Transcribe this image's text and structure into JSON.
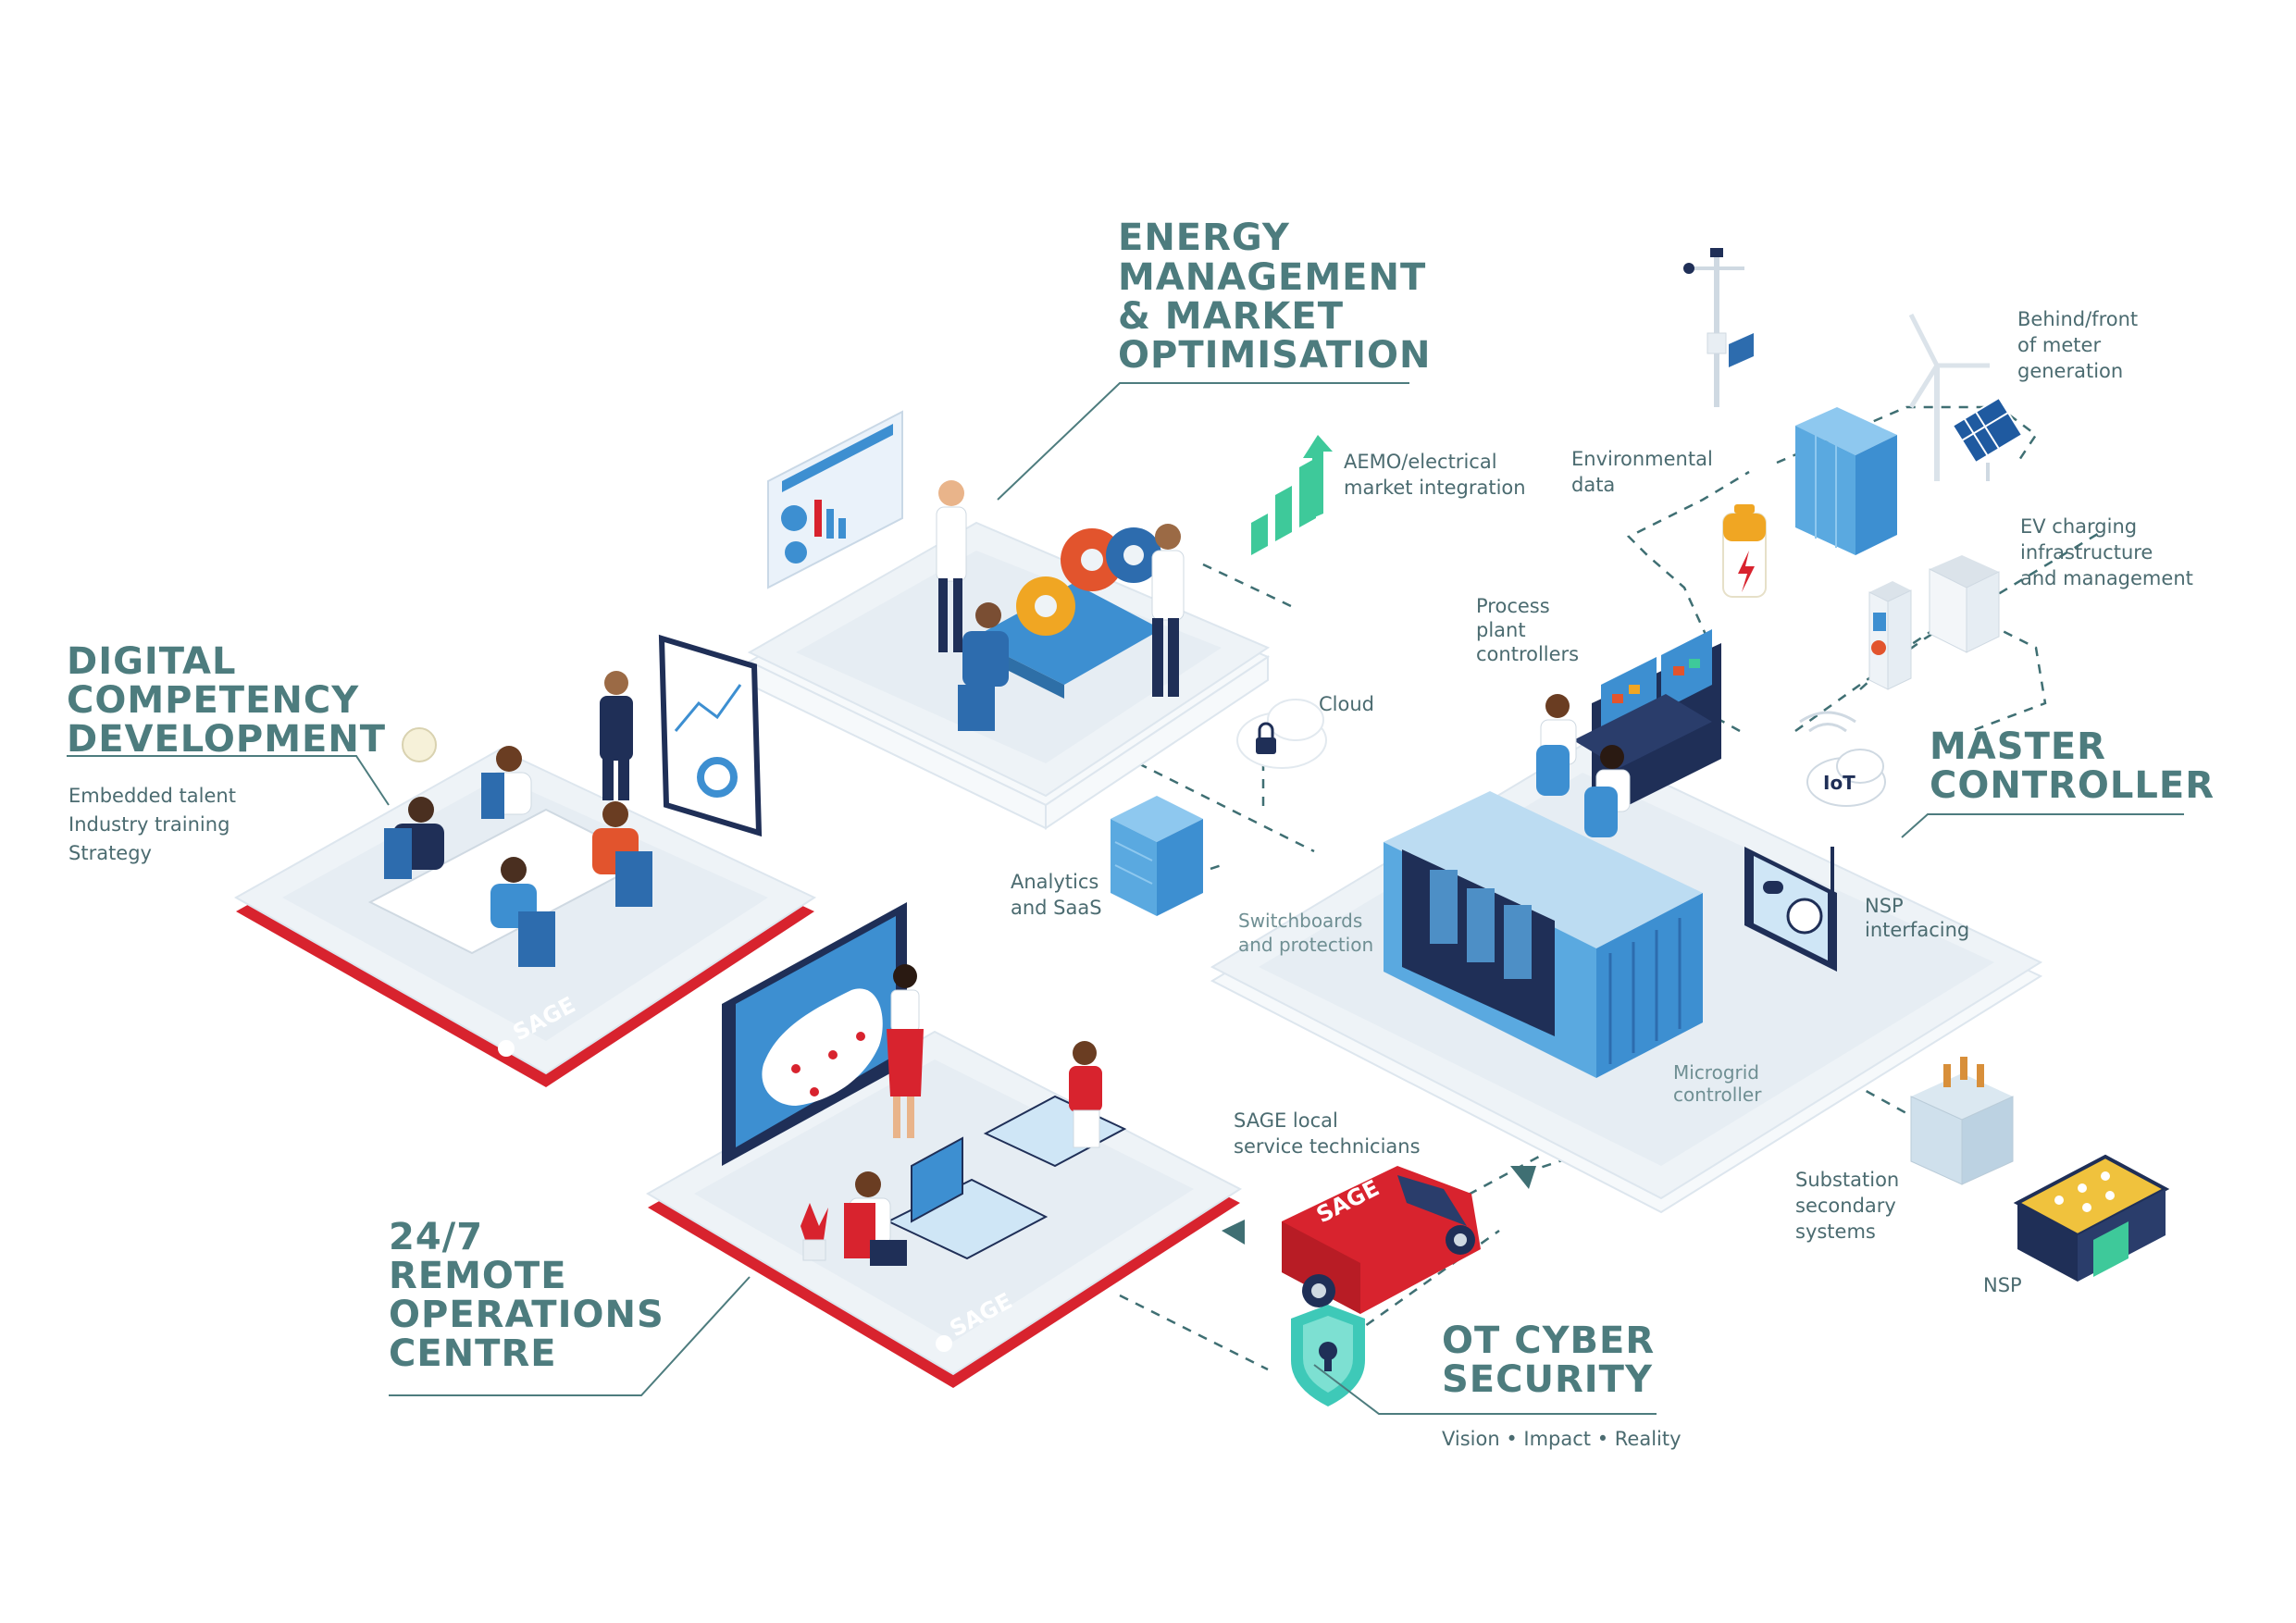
{
  "sections": {
    "digital": {
      "title_lines": [
        "DIGITAL",
        "COMPETENCY",
        "DEVELOPMENT"
      ],
      "items": [
        "Embedded talent",
        "Industry training",
        "Strategy"
      ]
    },
    "energy": {
      "title_lines": [
        "ENERGY",
        "MANAGEMENT",
        "& MARKET",
        "OPTIMISATION"
      ]
    },
    "remote": {
      "title_lines": [
        "24/7",
        "REMOTE",
        "OPERATIONS",
        "CENTRE"
      ]
    },
    "master": {
      "title_lines": [
        "MASTER",
        "CONTROLLER"
      ]
    },
    "cyber": {
      "title_lines": [
        "OT CYBER",
        "SECURITY"
      ],
      "tagline": "Vision • Impact • Reality"
    }
  },
  "labels": {
    "aemo": [
      "AEMO/electrical",
      "market integration"
    ],
    "environmental": [
      "Environmental",
      "data"
    ],
    "behind_front": [
      "Behind/front",
      "of meter",
      "generation"
    ],
    "ev": [
      "EV charging",
      "infrastructure",
      "and management"
    ],
    "process": [
      "Process",
      "plant",
      "controllers"
    ],
    "cloud": [
      "Cloud"
    ],
    "analytics": [
      "Analytics",
      "and SaaS"
    ],
    "switchboards": [
      "Switchboards",
      "and protection"
    ],
    "nsp_interfacing": [
      "NSP",
      "interfacing"
    ],
    "microgrid": [
      "Microgrid",
      "controller"
    ],
    "technicians": [
      "SAGE local",
      "service technicians"
    ],
    "substation": [
      "Substation",
      "secondary",
      "systems"
    ],
    "nsp": [
      "NSP"
    ]
  },
  "badges": {
    "brand": "SAGE",
    "iot": "IoT"
  },
  "colors": {
    "accent_teal": "#4d7c7e",
    "brand_red": "#d8232e",
    "equipment_blue": "#3d8fd1",
    "navy": "#1f2f57"
  },
  "icons": [
    "gear-icon",
    "lock-icon",
    "shield-keyhole-icon",
    "iot-cloud-icon",
    "battery-icon",
    "wind-turbine-icon",
    "solar-panel-icon",
    "ev-charger-icon",
    "bar-chart-icon",
    "weather-station-icon"
  ]
}
